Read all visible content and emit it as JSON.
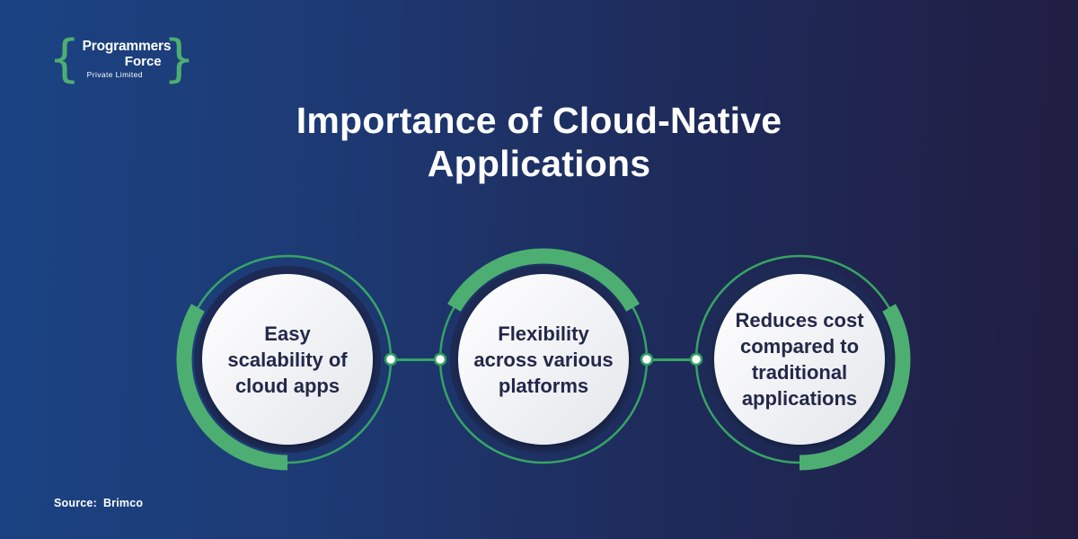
{
  "logo": {
    "brace_left": "{",
    "brace_right": "}",
    "name_top": "Programmers",
    "name_bottom": "Force",
    "subtitle": "Private Limited"
  },
  "title": {
    "text": "Importance of Cloud-Native Applications",
    "lines": [
      "Importance of Cloud-Native",
      "Applications"
    ]
  },
  "circles": [
    {
      "label": "Easy scalability of cloud apps",
      "lines": [
        "Easy",
        "scalability of",
        "cloud apps"
      ],
      "accent_arc_position": "bottom-left"
    },
    {
      "label": "Flexibility across various platforms",
      "lines": [
        "Flexibility",
        "across various",
        "platforms"
      ],
      "accent_arc_position": "top"
    },
    {
      "label": "Reduces cost compared to traditional applications",
      "lines": [
        "Reduces cost",
        "compared to",
        "traditional",
        "applications"
      ],
      "accent_arc_position": "bottom-right"
    }
  ],
  "source": {
    "label": "Source:",
    "value": "Brimco"
  },
  "colors": {
    "background_left": "#1b4383",
    "background_right": "#211d42",
    "accent_green_thick": "#4caf71",
    "accent_green_thin": "#36a465",
    "navy_ring": "#1c2a54",
    "circle_fill_top": "#ffffff",
    "circle_fill_bottom": "#e4e6eb",
    "circle_text": "#23284a",
    "title_text": "#ffffff"
  }
}
